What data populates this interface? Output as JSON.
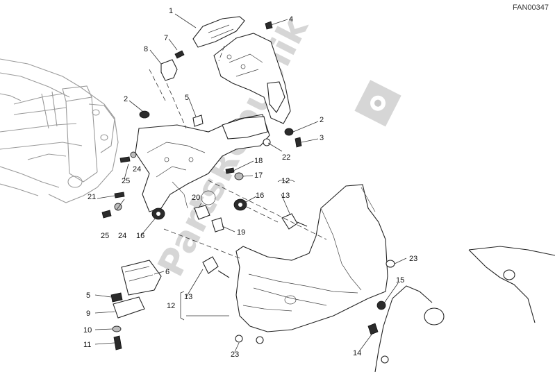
{
  "diagram": {
    "code": "FAN00347",
    "watermark": "PartsRepublik",
    "callouts": {
      "c1": "1",
      "c2a": "2",
      "c2b": "2",
      "c3": "3",
      "c4": "4",
      "c5a": "5",
      "c5b": "5",
      "c6": "6",
      "c7": "7",
      "c8": "8",
      "c9": "9",
      "c10": "10",
      "c11": "11",
      "c12a": "12",
      "c12b": "12",
      "c13a": "13",
      "c13b": "13",
      "c14": "14",
      "c15": "15",
      "c16a": "16",
      "c16b": "16",
      "c17": "17",
      "c18": "18",
      "c19": "19",
      "c20": "20",
      "c21": "21",
      "c22": "22",
      "c23a": "23",
      "c23b": "23",
      "c24a": "24",
      "c24b": "24",
      "c25a": "25",
      "c25b": "25"
    }
  }
}
